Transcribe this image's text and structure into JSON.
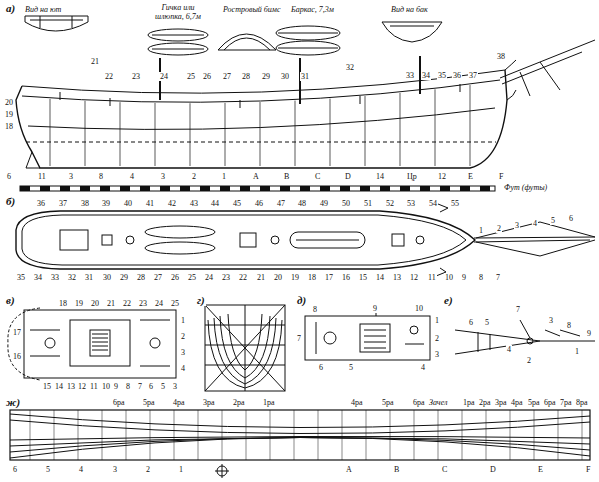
{
  "diagram": {
    "labels": [
      "а)",
      "Вид на ют",
      "Гичка или шлюпка, 6,7м",
      "Ростровый бимс",
      "Баркас, 7,3м",
      "Вид на бак",
      "21",
      "22",
      "23",
      "24",
      "25",
      "26",
      "27",
      "28",
      "29",
      "30",
      "31",
      "32",
      "33",
      "34",
      "35",
      "36",
      "37",
      "38",
      "20",
      "19",
      "18",
      "6",
      "11",
      "3",
      "8",
      "4",
      "3",
      "2",
      "1",
      "A",
      "B",
      "C",
      "D",
      "14",
      "Цр",
      "12",
      "E",
      "F",
      "Фут (футы)",
      "б)",
      "36",
      "37",
      "38",
      "39",
      "40",
      "41",
      "42",
      "43",
      "44",
      "45",
      "46",
      "47",
      "48",
      "49",
      "50",
      "51",
      "52",
      "53",
      "54",
      "55",
      "1",
      "2",
      "3",
      "4",
      "5",
      "6",
      "35",
      "34",
      "33",
      "32",
      "31",
      "30",
      "29",
      "28",
      "27",
      "26",
      "25",
      "24",
      "23",
      "22",
      "21",
      "20",
      "19",
      "18",
      "17",
      "16",
      "15",
      "14",
      "13",
      "12",
      "11",
      "10",
      "9",
      "8",
      "7",
      "в)",
      "18",
      "19",
      "20",
      "21",
      "22",
      "23",
      "24",
      "25",
      "17",
      "16",
      "1",
      "2",
      "3",
      "4",
      "15",
      "14",
      "13",
      "12",
      "11",
      "10",
      "9",
      "8",
      "7",
      "6",
      "5",
      "3",
      "г)",
      "д)",
      "8",
      "9",
      "10",
      "1",
      "7",
      "2",
      "6",
      "5",
      "3",
      "4",
      "е)",
      "7",
      "6",
      "5",
      "3",
      "8",
      "9",
      "4",
      "1",
      "2",
      "ж)",
      "6ра",
      "5ра",
      "4ра",
      "3ра",
      "2ра",
      "1ра",
      "4ра",
      "5ра",
      "6ра",
      "Зачел",
      "1ра",
      "2ра",
      "3ра",
      "4ра",
      "5ра",
      "6ра",
      "7ра",
      "8ра",
      "6",
      "5",
      "4",
      "3",
      "2",
      "1",
      "A",
      "B",
      "C",
      "D",
      "E",
      "F"
    ]
  }
}
